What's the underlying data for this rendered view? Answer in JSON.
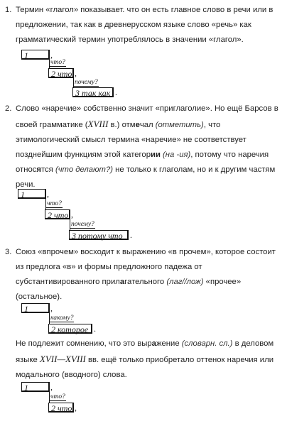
{
  "items": [
    {
      "number": "1.",
      "text": "Термин «глагол» показывает. что он есть главное слово в речи или в предложении, так как в древнерусском языке слово «речь» как грамматический термин употреблялось в значении «глагол».",
      "scheme": {
        "boxes": [
          "1",
          "2 что",
          "3 так как"
        ],
        "questions": [
          "что?",
          "почему?"
        ],
        "trailing_marks": [
          ",",
          ",",
          "."
        ]
      }
    },
    {
      "number": "2.",
      "text_a": "Слово «наречие» собственно значит «приглаголие». Но ещё Барсов в своей грамматике (",
      "roman": "XVIII",
      "text_b": " в.) отм",
      "bold_1": "е",
      "text_c": "чал ",
      "italic_1": "(отметить)",
      "text_d": ", что этимологический смысл термина «наречие» не соответствует позднейшим функциям этой категор",
      "bold_2": "ии",
      "text_e": " ",
      "italic_2": "(на -ия)",
      "text_f": ", потому что наречия относ",
      "bold_3": "я",
      "text_g": "тся ",
      "italic_3": "(что делают?)",
      "text_h": " не только к глаголам, но и к другим частям речи.",
      "scheme": {
        "boxes": [
          "1",
          "2 что",
          "3 потому что"
        ],
        "questions": [
          "что?",
          "почему?"
        ],
        "trailing_marks": [
          ",",
          ",",
          "."
        ]
      }
    },
    {
      "number": "3.",
      "text_a": "Союз «впрочем» восходит к выражению «в прочем», которое состоит из предлога «в» и формы предложного падежа от субстантивированного прил",
      "bold_1": "а",
      "text_b": "гательного ",
      "italic_1": "(лаг//лож)",
      "text_c": " «прочее» (остальное).",
      "scheme": {
        "boxes": [
          "1",
          "2 которое"
        ],
        "questions": [
          "какому?"
        ],
        "trailing_marks": [
          ",",
          "."
        ]
      },
      "text2_a": "Не подлежит сомнению, что это выр",
      "bold_2": "а",
      "text2_b": "жение ",
      "italic_2": "(словарн. сл.)",
      "text2_c": " в деловом языке ",
      "roman_2": "XVII—XVIII",
      "text2_d": " вв. ещё только приобретало оттенок наречия или модального (вводного) слова.",
      "scheme2": {
        "boxes": [
          "1",
          "2 что"
        ],
        "questions": [
          "что?"
        ],
        "trailing_marks": [
          ",",
          ","
        ]
      }
    }
  ]
}
